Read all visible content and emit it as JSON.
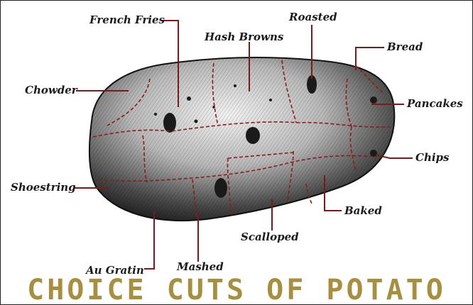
{
  "diagram": {
    "title": "CHOICE CUTS OF POTATO",
    "labels": {
      "french_fries": "French Fries",
      "hash_browns": "Hash Browns",
      "roasted": "Roasted",
      "bread": "Bread",
      "pancakes": "Pancakes",
      "chips": "Chips",
      "baked": "Baked",
      "scalloped": "Scalloped",
      "mashed": "Mashed",
      "au_gratin": "Au Gratin",
      "shoestring": "Shoestring",
      "chowder": "Chowder"
    },
    "colors": {
      "leader_line": "#7a1a1a",
      "cut_line": "#8a1c1c",
      "title": "#a88f3d",
      "potato_light": "#e8e8e8",
      "potato_dark": "#1f1f1f"
    }
  }
}
